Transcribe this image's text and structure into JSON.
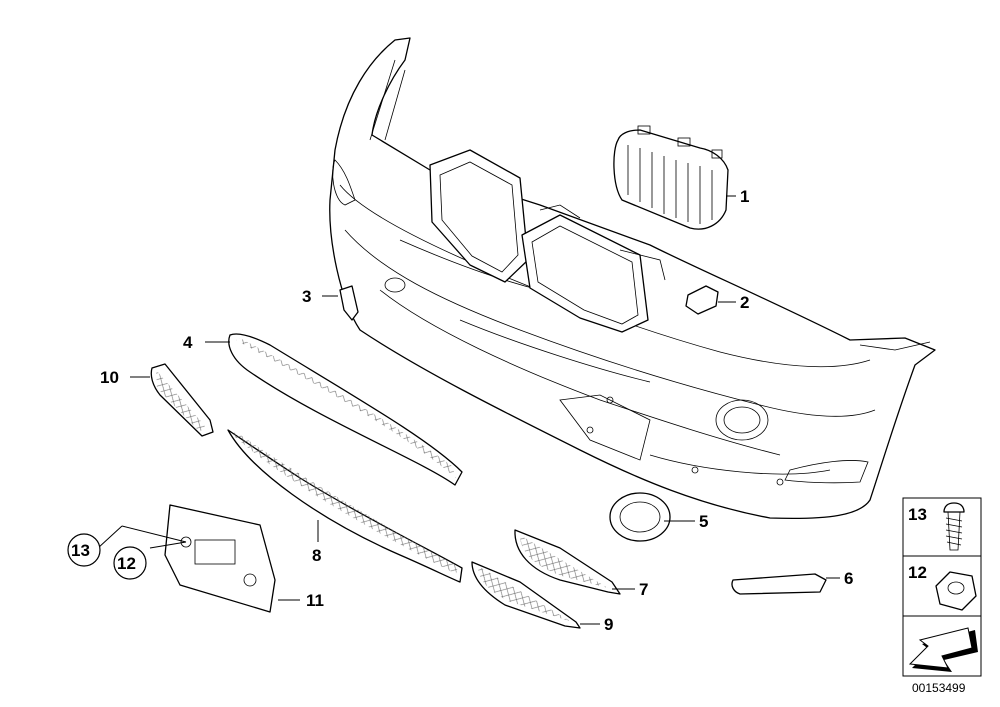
{
  "callouts": {
    "c1": "1",
    "c2": "2",
    "c3": "3",
    "c4": "4",
    "c5": "5",
    "c6": "6",
    "c7": "7",
    "c8": "8",
    "c9": "9",
    "c10": "10",
    "c11": "11",
    "c12": "12",
    "c13": "13"
  },
  "legend": {
    "item13": "13",
    "item12": "12"
  },
  "document_number": "00153499",
  "colors": {
    "line": "#000000",
    "background": "#ffffff"
  }
}
